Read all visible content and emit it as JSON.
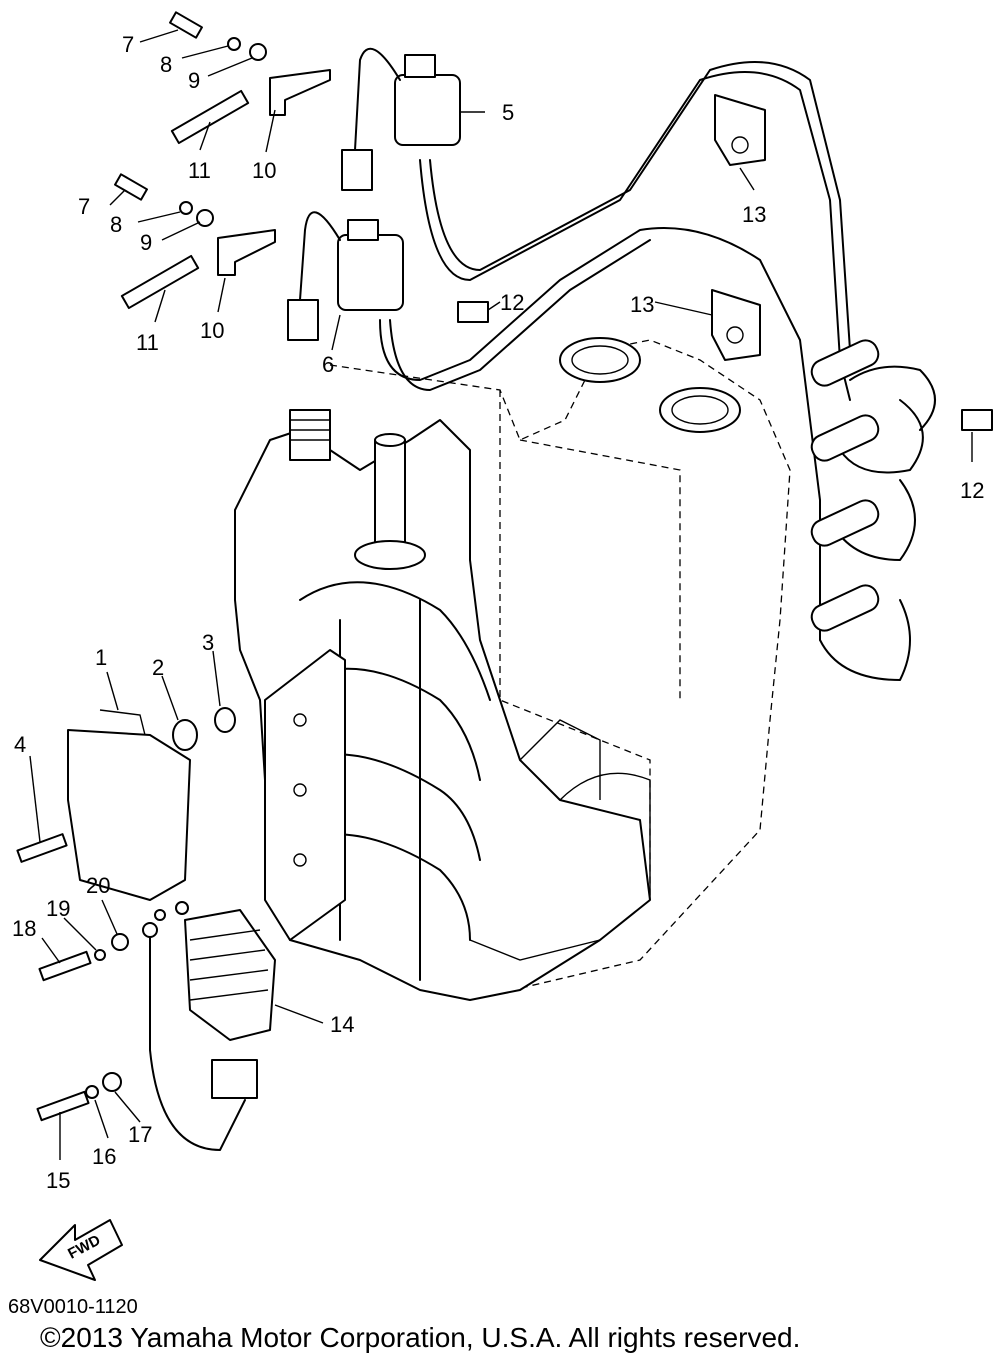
{
  "diagram": {
    "drawing_code": "68V0010-1120",
    "copyright": "©2013 Yamaha Motor Corporation, U.S.A. All rights reserved.",
    "fwd_label": "FWD",
    "callouts": [
      "1",
      "2",
      "3",
      "4",
      "5",
      "6",
      "7",
      "7",
      "8",
      "8",
      "9",
      "9",
      "10",
      "10",
      "11",
      "11",
      "12",
      "12",
      "13",
      "13",
      "14",
      "15",
      "16",
      "17",
      "18",
      "19",
      "20"
    ]
  }
}
